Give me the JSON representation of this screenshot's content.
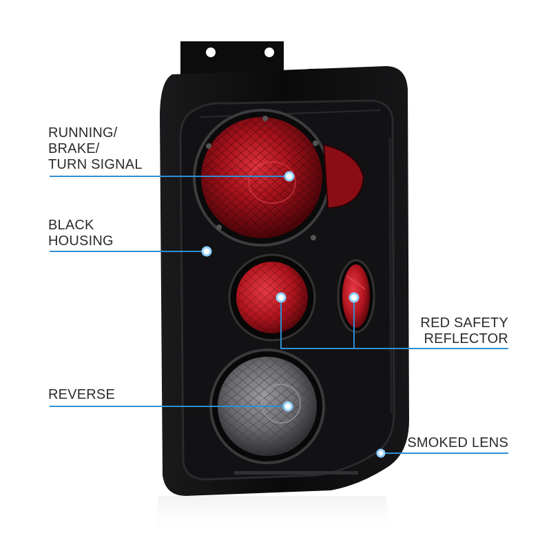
{
  "callouts": {
    "running": {
      "lines": [
        "RUNNING/",
        "BRAKE/",
        "TURN SIGNAL"
      ]
    },
    "housing": {
      "lines": [
        "BLACK",
        "HOUSING"
      ]
    },
    "reflector": {
      "lines": [
        "RED SAFETY",
        "REFLECTOR"
      ]
    },
    "reverse": {
      "lines": [
        "REVERSE"
      ]
    },
    "smoked": {
      "lines": [
        "SMOKED LENS"
      ]
    }
  },
  "colors": {
    "callout_line": "#2e8fd6",
    "dot_glow": "#8fd0ff",
    "housing": "#0b0b0c",
    "red_lens": "#a0101a",
    "smoked_lens": "#6e6e72",
    "label_text": "#2b2b2b"
  },
  "icons": [
    "tail-light-product-image"
  ]
}
